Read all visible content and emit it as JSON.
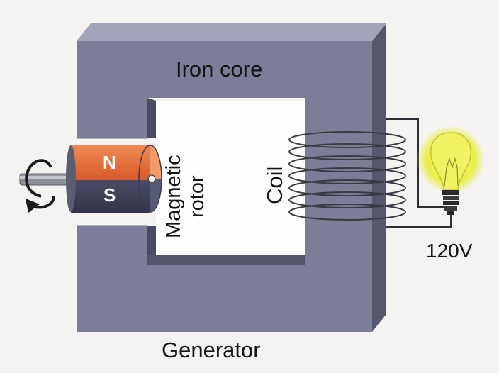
{
  "labels": {
    "iron_core": "Iron core",
    "rotor_line1": "Magnetic",
    "rotor_line2": "rotor",
    "coil": "Coil",
    "voltage": "120V",
    "caption": "Generator",
    "north": "N",
    "south": "S"
  },
  "colors": {
    "iron_front": "#7c7d97",
    "iron_top": "#a3a4ba",
    "iron_side": "#56576f",
    "iron_inner": "#4a4b63",
    "north_pole": "#e36b3b",
    "south_pole": "#3e4058",
    "bulb_glow": "#eef15a",
    "wire": "#2d2d33"
  }
}
